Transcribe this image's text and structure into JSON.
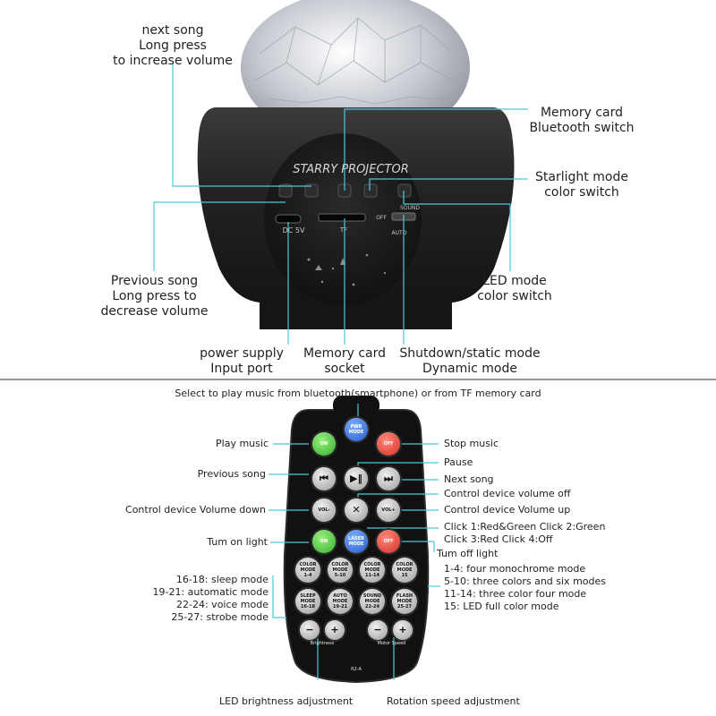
{
  "top": {
    "labels": {
      "next_song": "next song\nLong press\nto increase volume",
      "memory_card_bt": "Memory card\nBluetooth switch",
      "starlight": "Starlight mode\ncolor switch",
      "previous_song": "Previous song\nLong press to\ndecrease volume",
      "led_mode": "LED mode\ncolor switch",
      "power_supply": "power supply\nInput port",
      "memory_socket": "Memory card\nsocket",
      "shutdown": "Shutdown/static mode\nDynamic mode"
    },
    "device": {
      "logo": "STARRY PROJECTOR",
      "dc": "DC 5V",
      "tf": "TF",
      "off": "OFF",
      "sound": "SOUND",
      "auto": "AUTO"
    }
  },
  "bottom": {
    "caption": "Select to play music from bluetooth(smartphone) or from TF memory card",
    "labels": {
      "play_music": "Play music",
      "previous_song": "Previous song",
      "volume_down": "Control device Volume down",
      "turn_on": "Tum on light",
      "sleep": "16-18: sleep mode\n19-21: automatic mode\n22-24: voice mode\n25-27: strobe mode",
      "stop_music": "Stop music",
      "pause": "Pause",
      "next_song": "Next song",
      "volume_off": "Control device volume off",
      "volume_up": "Control device Volume up",
      "click": "Click 1:Red&Green  Click 2:Green\nClick 3:Red    Click 4:Off",
      "turn_off": "Tum off light",
      "color_modes": "1-4: four monochrome mode\n5-10: three colors and six modes\n11-14: three color four mode\n15: LED full color mode",
      "led_brightness": "LED brightness adjustment",
      "rotation_speed": "Rotation speed adjustment"
    },
    "remote": {
      "on": "ON",
      "off": "OFF",
      "pwr_mode": "PWR\nMODE",
      "laser_mode": "LASER\nMODE",
      "vol_minus": "VOL-",
      "vol_plus": "VOL+",
      "color_mode_1": "COLOR\nMODE\n1-4",
      "color_mode_2": "COLOR\nMODE\n5-10",
      "color_mode_3": "COLOR\nMODE\n11-14",
      "color_mode_4": "COLOR\nMODE\n15",
      "sleep_mode": "SLEEP\nMODE\n16-18",
      "auto_mode": "AUTO\nMODE\n19-21",
      "sound_mode": "SOUND\nMODE\n22-24",
      "flash_mode": "FLASH\nMODE\n25-27",
      "brightness": "Brightness",
      "motor_speed": "Motor Speed",
      "model": "R2-A"
    }
  },
  "colors": {
    "leader_line": "#4cc9d8",
    "green": "#3ec93a",
    "red": "#e83a2f",
    "blue": "#2f6fe0",
    "remote_body": "#111111",
    "device_body": "#1c1c1c"
  }
}
